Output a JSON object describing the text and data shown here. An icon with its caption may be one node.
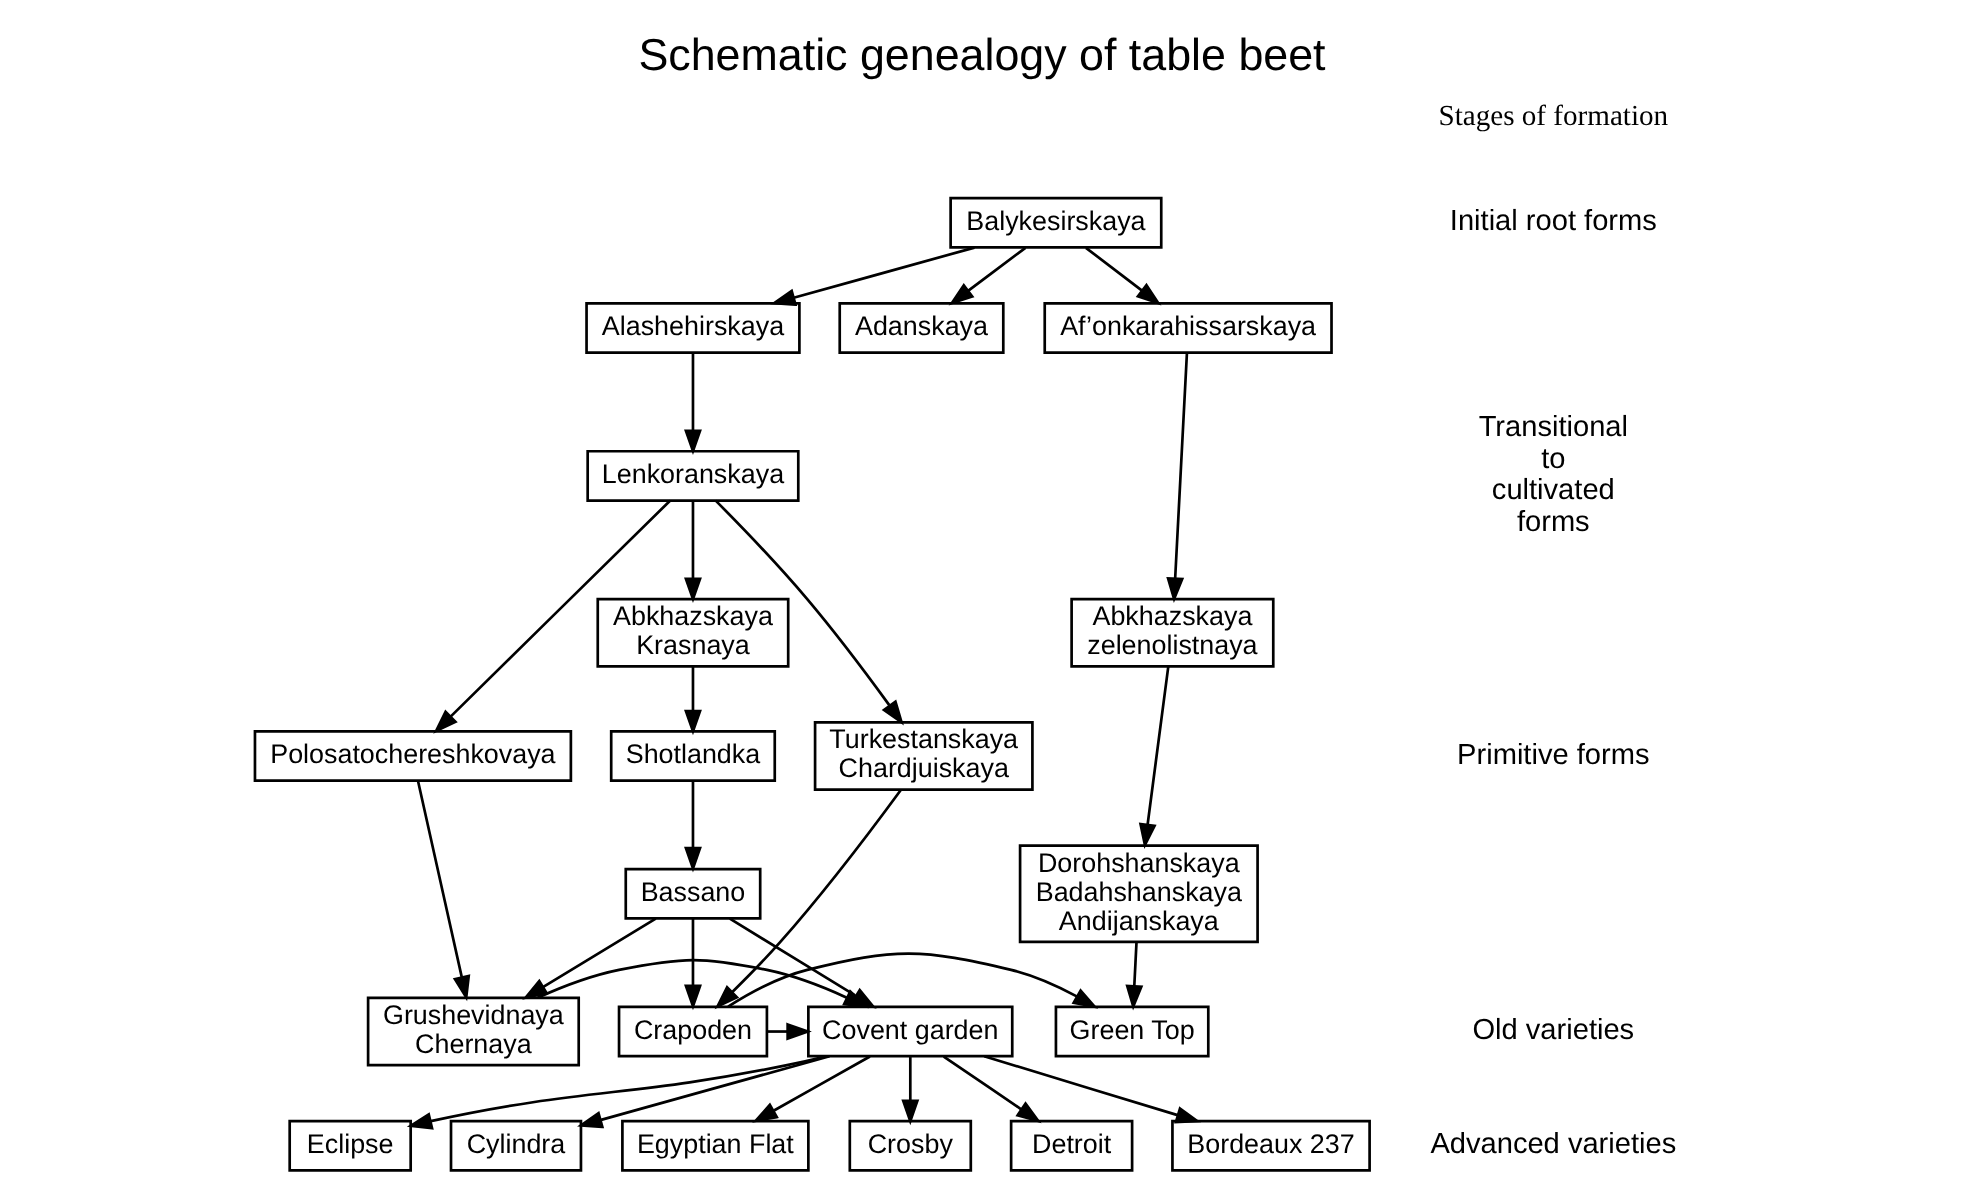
{
  "diagram": {
    "title": "Schematic genealogy of table beet",
    "nodes": [
      {
        "text": [
          "Balykesirskaya"
        ]
      },
      {
        "text": [
          "Alashehirskaya"
        ]
      },
      {
        "text": [
          "Adanskaya"
        ]
      },
      {
        "text": [
          "Af’onkarahissarskaya"
        ]
      },
      {
        "text": [
          "Lenkoranskaya"
        ]
      },
      {
        "text": [
          "Abkhazskaya zelenolistnaya"
        ]
      },
      {
        "text": [
          "Abkhazskaya Krasnaya"
        ]
      },
      {
        "text": [
          "Dorohshanskaya Badahshanskaya Andijanskaya"
        ]
      },
      {
        "text": [
          "Polosatochereshkovaya"
        ]
      },
      {
        "text": [
          "Shotlandka"
        ]
      },
      {
        "text": [
          "Turkestanskaya Chardjuiskaya"
        ]
      },
      {
        "text": [
          "Bassano"
        ]
      },
      {
        "text": [
          "Grushevidnaya Chernaya"
        ]
      },
      {
        "text": [
          "Covent garden"
        ]
      },
      {
        "text": [
          "Crapoden"
        ]
      },
      {
        "text": [
          "Green Top"
        ]
      },
      {
        "text": [
          "Egyptian Flat"
        ]
      },
      {
        "text": [
          "Crosby"
        ]
      },
      {
        "text": [
          "Detroit"
        ]
      },
      {
        "text": [
          "Bordeaux 237"
        ]
      },
      {
        "text": [
          "Eclipse"
        ]
      },
      {
        "text": [
          "Cylindra"
        ]
      }
    ],
    "edges": [
      {
        "from": 0,
        "to": 1,
        "arrow": "to"
      },
      {
        "from": 0,
        "to": 2,
        "arrow": "to"
      },
      {
        "from": 0,
        "to": 3,
        "arrow": "to"
      },
      {
        "from": 1,
        "to": 4,
        "arrow": "to"
      },
      {
        "from": 3,
        "to": 5,
        "arrow": "to"
      },
      {
        "from": 4,
        "to": 6,
        "arrow": "to"
      },
      {
        "from": 4,
        "to": 8,
        "arrow": "to"
      },
      {
        "from": 4,
        "to": 10,
        "arrow": "to"
      },
      {
        "from": 5,
        "to": 7,
        "arrow": "to"
      },
      {
        "from": 6,
        "to": 9,
        "arrow": "to"
      },
      {
        "from": 9,
        "to": 11,
        "arrow": "to"
      },
      {
        "from": 8,
        "to": 12,
        "arrow": "to"
      },
      {
        "from": 11,
        "to": 12,
        "arrow": "to"
      },
      {
        "from": 11,
        "to": 14,
        "arrow": "to"
      },
      {
        "from": 10,
        "to": 14,
        "arrow": "to"
      },
      {
        "from": 11,
        "to": 13,
        "arrow": "to"
      },
      {
        "from": 12,
        "to": 13,
        "arrow": "to"
      },
      {
        "from": 14,
        "to": 13,
        "arrow": "to"
      },
      {
        "from": 14,
        "to": 15,
        "arrow": "to"
      },
      {
        "from": 7,
        "to": 15,
        "arrow": "to"
      },
      {
        "from": 13,
        "to": 16,
        "arrow": "to"
      },
      {
        "from": 13,
        "to": 17,
        "arrow": "to"
      },
      {
        "from": 13,
        "to": 18,
        "arrow": "to"
      },
      {
        "from": 13,
        "to": 19,
        "arrow": "to"
      },
      {
        "from": 13,
        "to": 20,
        "arrow": "to"
      },
      {
        "from": 13,
        "to": 21,
        "arrow": "to"
      }
    ],
    "labels": [
      "Stages of formation",
      "Initial root forms",
      "Transitional to cultivated forms",
      "Primitive forms",
      "Old varieties",
      "Advanced varieties"
    ]
  }
}
